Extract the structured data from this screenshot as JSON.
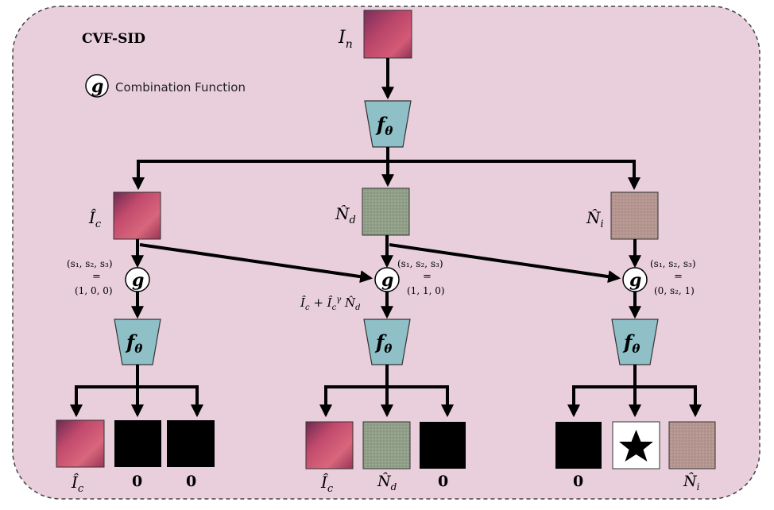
{
  "title": "CVF-SID",
  "legend": {
    "symbol": "g",
    "text": "Combination Function"
  },
  "labels": {
    "input": "I_n",
    "network": "f_θ",
    "clean": "Î_c",
    "dependent_noise": "N̂_d",
    "independent_noise": "N̂_i",
    "zero": "0",
    "combine": "g"
  },
  "conditions": {
    "left": {
      "top": "(s₁, s₂, s₃)",
      "eq": "=",
      "bottom": "(1, 0, 0)"
    },
    "middle": {
      "top": "(s₁, s₂, s₃)",
      "eq": "=",
      "bottom": "(1, 1, 0)"
    },
    "right": {
      "top": "(s₁, s₂, s₃)",
      "eq": "=",
      "bottom": "(0, s₂, 1)"
    }
  },
  "middle_formula": "Î_c + Î_c^γ N̂_d",
  "colors": {
    "background": "#e9cfdb",
    "network_fill": "#8fc0c7",
    "arrow": "#000000",
    "clean_patch": "#b0455f",
    "dependent_patch": "#8e9e86",
    "independent_patch": "#b7948f"
  }
}
